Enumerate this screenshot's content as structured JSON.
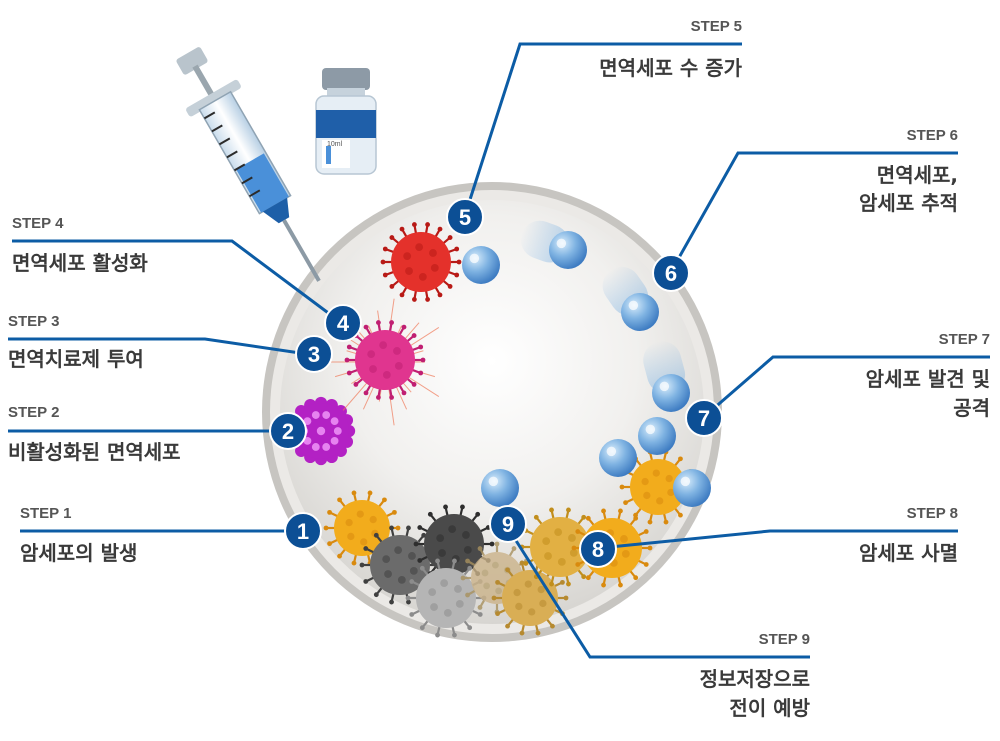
{
  "steps": [
    {
      "label": "STEP 1",
      "desc": "암세포의 발생",
      "num": "1"
    },
    {
      "label": "STEP 2",
      "desc": "비활성화된 면역세포",
      "num": "2"
    },
    {
      "label": "STEP 3",
      "desc": "면역치료제 투여",
      "num": "3"
    },
    {
      "label": "STEP 4",
      "desc": "면역세포 활성화",
      "num": "4"
    },
    {
      "label": "STEP 5",
      "desc": "면역세포 수 증가",
      "num": "5"
    },
    {
      "label": "STEP 6",
      "desc_line1": "면역세포,",
      "desc_line2": "암세포 추적",
      "num": "6"
    },
    {
      "label": "STEP 7",
      "desc_line1": "암세포 발견 및",
      "desc_line2": "공격",
      "num": "7"
    },
    {
      "label": "STEP 8",
      "desc": "암세포 사멸",
      "num": "8"
    },
    {
      "label": "STEP 9",
      "desc_line1": "정보저장으로",
      "desc_line2": "전이 예방",
      "num": "9"
    }
  ],
  "vial": {
    "volume_label": "10ml"
  },
  "colors": {
    "accent_line": "#0c5ca5",
    "badge": "#0c4f95",
    "cancer_cell": "#f2ac1c",
    "dead_cancer_cell": "#555555",
    "immune_cell": "#6fa6d8",
    "inactive_immune_cell": "#b321c4",
    "activated_immune_cell": "#e0358f",
    "proliferating_immune_cell": "#e4312b"
  }
}
